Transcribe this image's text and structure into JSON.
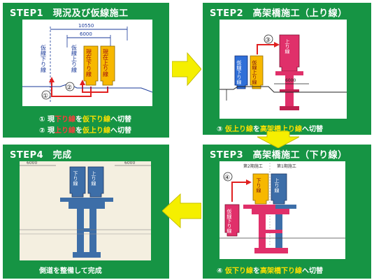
{
  "steps": [
    {
      "title": "STEP1　現況及び仮線施工",
      "dims": [
        "10550",
        "6000"
      ],
      "labels": {
        "temp_line": "仮線下り線",
        "temp_up": "仮線上り線",
        "cur_down": "現在下り線",
        "cur_up": "現在上り線"
      },
      "markers": [
        "①",
        "②"
      ],
      "captions": [
        {
          "num": "①",
          "parts": [
            {
              "t": "現",
              "c": "w"
            },
            {
              "t": "下り線",
              "c": "r"
            },
            {
              "t": "を",
              "c": "w"
            },
            {
              "t": "仮下り線",
              "c": "y"
            },
            {
              "t": "へ切替",
              "c": "w"
            }
          ]
        },
        {
          "num": "②",
          "parts": [
            {
              "t": "現",
              "c": "w"
            },
            {
              "t": "上り線",
              "c": "r"
            },
            {
              "t": "を",
              "c": "w"
            },
            {
              "t": "仮上り線",
              "c": "y"
            },
            {
              "t": "へ切替",
              "c": "w"
            }
          ]
        }
      ]
    },
    {
      "title": "STEP2　高架橋施工（上り線）",
      "dims": [
        "6000"
      ],
      "labels": {
        "temp_down": "仮線下り線",
        "temp_up": "仮線上り線",
        "up": "上り線"
      },
      "markers": [
        "③"
      ],
      "captions": [
        {
          "num": "③",
          "parts": [
            {
              "t": "仮上り線",
              "c": "y"
            },
            {
              "t": "を",
              "c": "w"
            },
            {
              "t": "高架橋上り線",
              "c": "y"
            },
            {
              "t": "へ切替",
              "c": "w"
            }
          ]
        }
      ]
    },
    {
      "title": "STEP4　完成",
      "dims": [
        "6000",
        "6000"
      ],
      "labels": {
        "down": "下り線",
        "up": "上り線"
      },
      "markers": [],
      "captions": [
        {
          "num": "",
          "parts": [
            {
              "t": "側道を整備して完成",
              "c": "w"
            }
          ]
        }
      ]
    },
    {
      "title": "STEP3　高架橋施工（下り線）",
      "dims": [],
      "headers": [
        "第2期施工",
        "第1期施工"
      ],
      "labels": {
        "temp_down": "仮線下り線",
        "down": "下り線",
        "up": "上り線"
      },
      "markers": [
        "④"
      ],
      "captions": [
        {
          "num": "④",
          "parts": [
            {
              "t": "仮下り線",
              "c": "y"
            },
            {
              "t": "を",
              "c": "w"
            },
            {
              "t": "高架橋下り線",
              "c": "y"
            },
            {
              "t": "へ切替",
              "c": "w"
            }
          ]
        }
      ]
    }
  ],
  "colors": {
    "panel": "#169444",
    "arrow": "#f5ef00",
    "train_yellow": "#f7b800",
    "train_blue": "#2f6fd8",
    "viaduct_blue": "#3d6ea8",
    "viaduct_red": "#e0306a"
  }
}
